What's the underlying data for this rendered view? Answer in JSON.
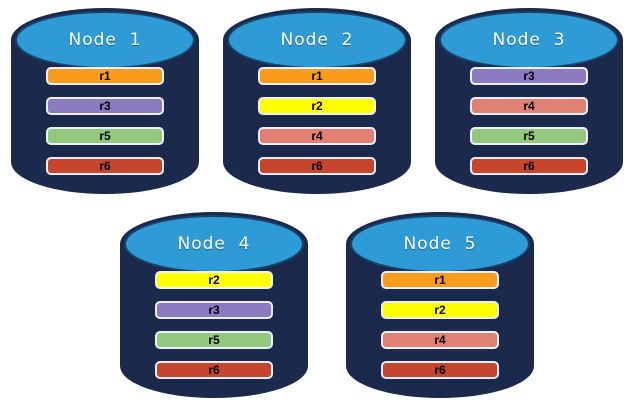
{
  "cylinder": {
    "body_color": "#1B2A4C",
    "top_color": "#2E9BD6",
    "top_border_color": "#17436B"
  },
  "replica_colors": {
    "r1": "#F99C1B",
    "r2": "#FFFF00",
    "r3": "#8D7BC2",
    "r4": "#E08173",
    "r5": "#92C97F",
    "r6": "#C6452C"
  },
  "nodes": [
    {
      "label": "Node  1",
      "replicas": [
        "r1",
        "r3",
        "r5",
        "r6"
      ]
    },
    {
      "label": "Node  2",
      "replicas": [
        "r1",
        "r2",
        "r4",
        "r6"
      ]
    },
    {
      "label": "Node  3",
      "replicas": [
        "r3",
        "r4",
        "r5",
        "r6"
      ]
    },
    {
      "label": "Node  4",
      "replicas": [
        "r2",
        "r3",
        "r5",
        "r6"
      ]
    },
    {
      "label": "Node  5",
      "replicas": [
        "r1",
        "r2",
        "r4",
        "r6"
      ]
    }
  ]
}
